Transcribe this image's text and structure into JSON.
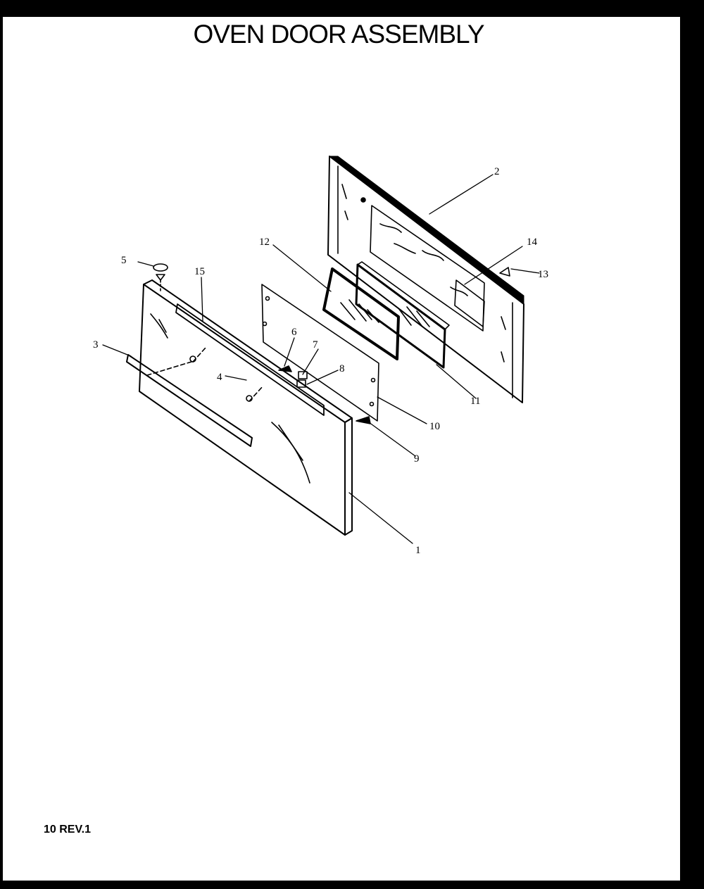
{
  "title": "OVEN DOOR ASSEMBLY",
  "footer": "10 REV.1",
  "colors": {
    "ink": "#000000",
    "paper": "#ffffff",
    "frame": "#000000"
  },
  "callouts": {
    "c1": "1",
    "c2": "2",
    "c3": "3",
    "c4": "4",
    "c5": "5",
    "c6": "6",
    "c7": "7",
    "c8": "8",
    "c9": "9",
    "c10": "10",
    "c11": "11",
    "c12": "12",
    "c13": "13",
    "c14": "14",
    "c15": "15"
  }
}
